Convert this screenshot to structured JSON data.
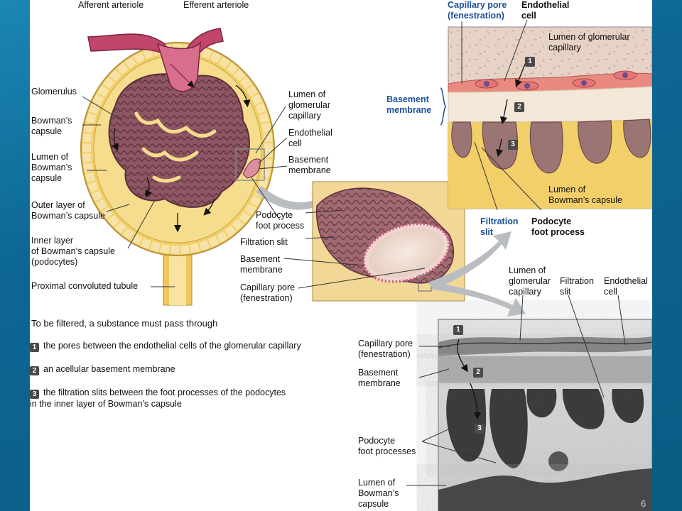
{
  "slide": {
    "page_number": "6"
  },
  "labels": {
    "afferent_arteriole": "Afferent arteriole",
    "efferent_arteriole": "Efferent arteriole",
    "glomerulus": "Glomerulus",
    "bowmans_capsule": "Bowman’s\ncapsule",
    "lumen_bowmans_capsule": "Lumen of\nBowman’s\ncapsule",
    "outer_layer": "Outer layer of\nBowman’s capsule",
    "inner_layer": "Inner layer\nof Bowman’s capsule\n(podocytes)",
    "proximal_tubule": "Proximal convoluted tubule",
    "lumen_glomerular_capillary": "Lumen of\nglomerular\ncapillary",
    "endothelial_cell": "Endothelial\ncell",
    "basement_membrane": "Basement\nmembrane",
    "podocyte_foot_process": "Podocyte\nfoot process",
    "filtration_slit": "Filtration slit",
    "basement_membrane_2": "Basement\nmembrane",
    "capillary_pore": "Capillary pore\n(fenestration)"
  },
  "inset": {
    "capillary_pore": "Capillary pore\n(fenestration)",
    "endothelial_cell": "Endothelial\ncell",
    "lumen_glomerular_capillary": "Lumen of glomerular\ncapillary",
    "basement_membrane": "Basement\nmembrane",
    "lumen_bowmans_capsule": "Lumen of\nBowman’s capsule",
    "filtration_slit": "Filtration\nslit",
    "podocyte_foot_process": "Podocyte\nfoot process",
    "badges": [
      "1",
      "2",
      "3"
    ]
  },
  "micrograph": {
    "lumen_glomerular_capillary": "Lumen of\nglomerular\ncapillary",
    "filtration_slit": "Filtration\nslit",
    "endothelial_cell": "Endothelial\ncell",
    "capillary_pore": "Capillary pore\n(fenestration)",
    "basement_membrane": "Basement\nmembrane",
    "podocyte_foot_processes": "Podocyte\nfoot processes",
    "lumen_bowmans_capsule": "Lumen of\nBowman’s\ncapsule",
    "badges": [
      "1",
      "2",
      "3"
    ]
  },
  "caption": {
    "intro": "To be filtered, a substance must pass through",
    "steps": [
      {
        "num": "1",
        "text": "the pores between the endothelial cells of the glomerular capillary"
      },
      {
        "num": "2",
        "text": "an acellular basement membrane"
      },
      {
        "num": "3",
        "text": "the filtration slits between the foot processes of the podocytes"
      }
    ],
    "step3_continuation": "in the inner layer of Bowman’s capsule"
  },
  "colors": {
    "slide_background": "#0a5e86",
    "label_blue": "#1b4f9a",
    "capsule_yellow": "#f3cf5f",
    "glomerulus_brown": "#8a5560",
    "arteriole_pink": "#c2456a"
  }
}
